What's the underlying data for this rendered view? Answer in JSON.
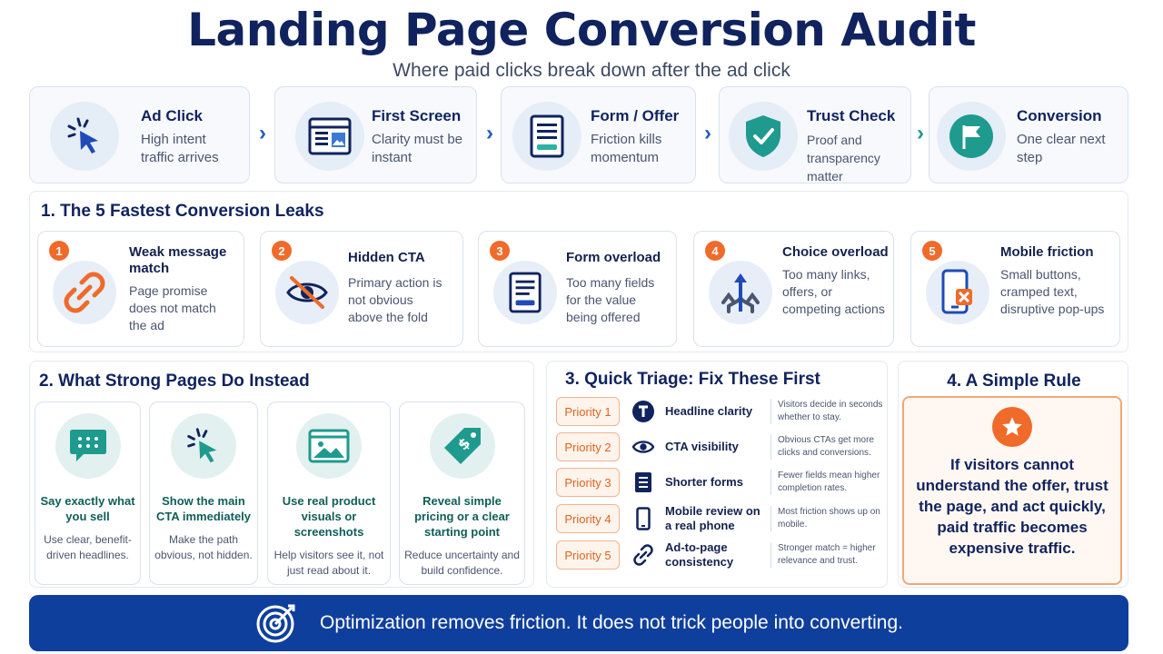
{
  "header": {
    "title": "Landing Page Conversion Audit",
    "subtitle": "Where paid clicks break down after the ad click"
  },
  "flow": [
    {
      "title": "Ad Click",
      "desc": "High intent traffic arrives",
      "icon": "cursor-click-icon"
    },
    {
      "title": "First Screen",
      "desc": "Clarity must be instant",
      "icon": "browser-window-icon"
    },
    {
      "title": "Form / Offer",
      "desc": "Friction kills momentum",
      "icon": "form-icon"
    },
    {
      "title": "Trust Check",
      "desc": "Proof and transparency matter",
      "icon": "shield-check-icon"
    },
    {
      "title": "Conversion",
      "desc": "One clear next step",
      "icon": "flag-icon"
    }
  ],
  "flow_arrow": "›",
  "leaks": {
    "heading": "1. The 5 Fastest Conversion Leaks",
    "items": [
      {
        "num": "1",
        "title": "Weak message match",
        "desc": "Page promise does not match the ad",
        "icon": "broken-link-icon"
      },
      {
        "num": "2",
        "title": "Hidden CTA",
        "desc": "Primary action is not obvious above the fold",
        "icon": "hidden-eye-icon"
      },
      {
        "num": "3",
        "title": "Form overload",
        "desc": "Too many fields for the value being offered",
        "icon": "form-icon"
      },
      {
        "num": "4",
        "title": "Choice overload",
        "desc": "Too many links, offers, or competing actions",
        "icon": "split-arrows-icon"
      },
      {
        "num": "5",
        "title": "Mobile friction",
        "desc": "Small buttons, cramped text, disruptive pop-ups",
        "icon": "mobile-error-icon"
      }
    ]
  },
  "strong": {
    "heading": "2. What Strong Pages Do Instead",
    "items": [
      {
        "title": "Say exactly what you sell",
        "desc": "Use clear, benefit-driven headlines.",
        "icon": "chat-bubble-icon"
      },
      {
        "title": "Show the main CTA immediately",
        "desc": "Make the path obvious, not hidden.",
        "icon": "cursor-click-icon"
      },
      {
        "title": "Use real product visuals or screenshots",
        "desc": "Help visitors see it, not just read about it.",
        "icon": "image-icon"
      },
      {
        "title": "Reveal simple pricing or a clear starting point",
        "desc": "Reduce uncertainty and build confidence.",
        "icon": "price-tag-icon"
      }
    ]
  },
  "triage": {
    "heading": "3. Quick Triage: Fix These First",
    "items": [
      {
        "priority": "Priority 1",
        "name": "Headline clarity",
        "note": "Visitors decide in seconds whether to stay.",
        "icon": "text-t-icon"
      },
      {
        "priority": "Priority 2",
        "name": "CTA visibility",
        "note": "Obvious CTAs get more clicks and conversions.",
        "icon": "eye-icon"
      },
      {
        "priority": "Priority 3",
        "name": "Shorter forms",
        "note": "Fewer fields mean higher completion rates.",
        "icon": "document-icon"
      },
      {
        "priority": "Priority 4",
        "name": "Mobile review on a real phone",
        "note": "Most friction shows up on mobile.",
        "icon": "phone-icon"
      },
      {
        "priority": "Priority 5",
        "name": "Ad-to-page consistency",
        "note": "Stronger match = higher relevance and trust.",
        "icon": "link-icon"
      }
    ]
  },
  "rule": {
    "heading": "4. A Simple Rule",
    "text": "If visitors cannot understand the offer, trust the page, and act quickly, paid traffic becomes expensive traffic.",
    "icon": "star-icon"
  },
  "footer": {
    "text": "Optimization removes friction. It does not trick people into converting.",
    "icon": "target-icon"
  },
  "colors": {
    "navy": "#10235e",
    "accent_blue": "#0f3f9c",
    "orange": "#f06a2a",
    "teal": "#1f9a8f"
  }
}
